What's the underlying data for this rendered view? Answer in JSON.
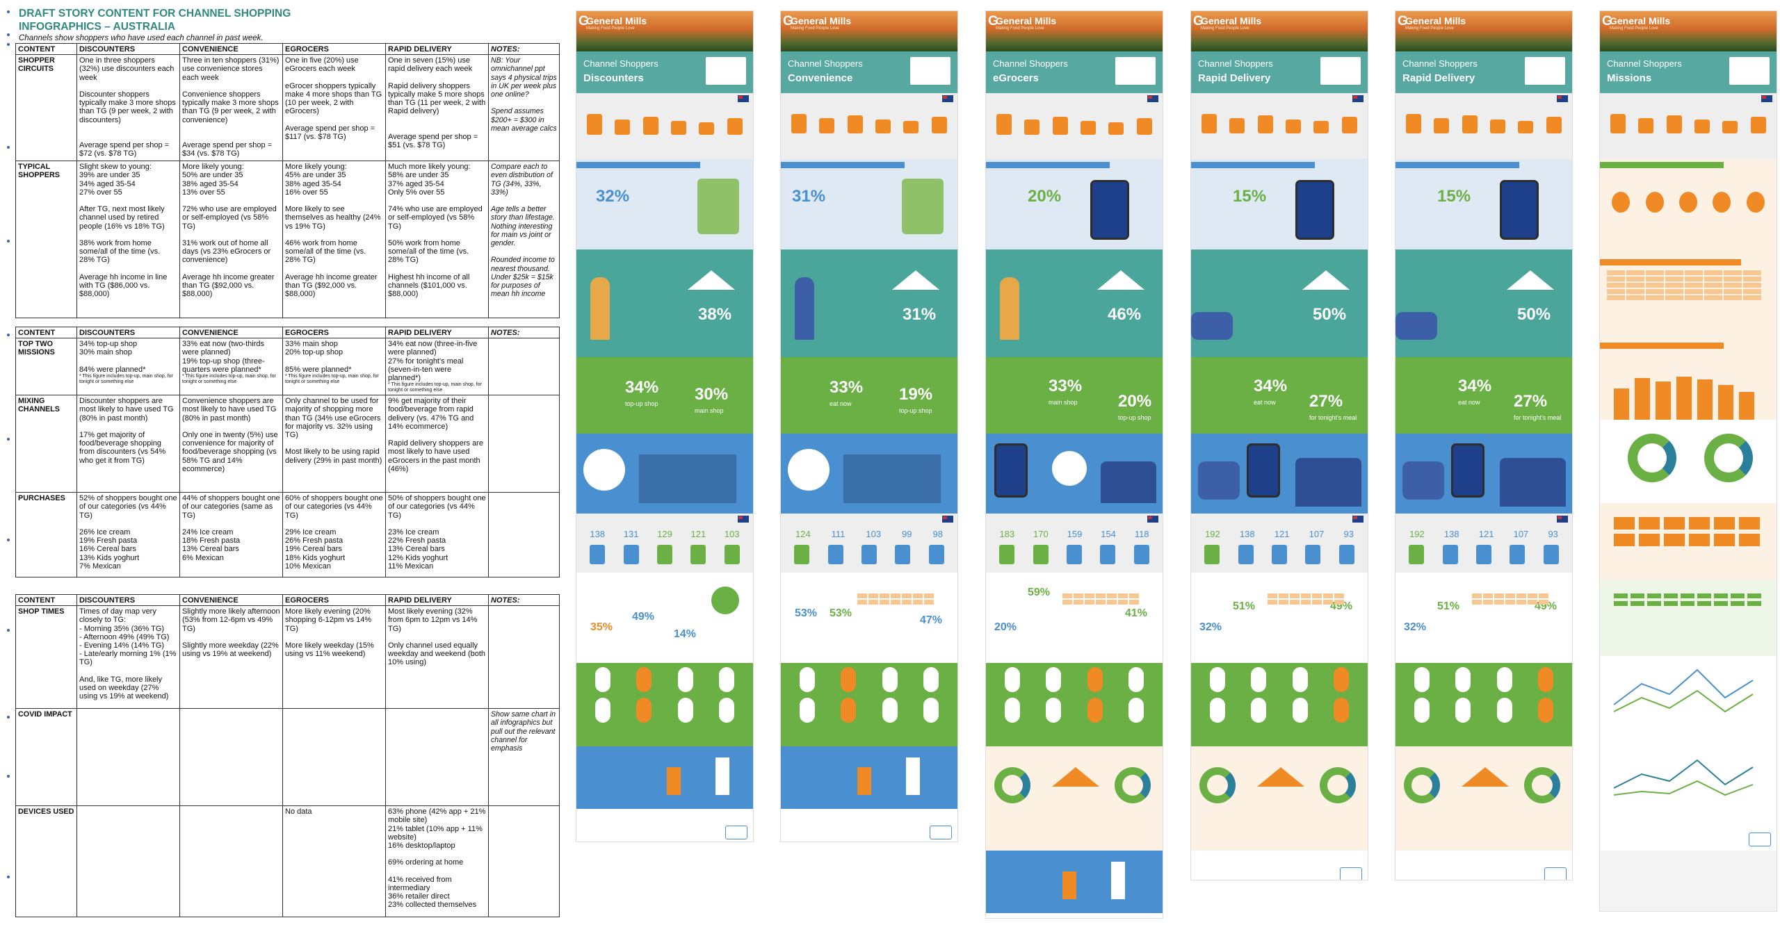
{
  "document": {
    "title": "DRAFT STORY CONTENT FOR CHANNEL SHOPPING INFOGRAPHICS – AUSTRALIA",
    "subtitle": "Channels show shoppers who have used each channel in past week.",
    "table1": {
      "headers": [
        "CONTENT",
        "DISCOUNTERS",
        "CONVENIENCE",
        "EGROCERS",
        "RAPID DELIVERY",
        "NOTES:"
      ],
      "rows": [
        {
          "label": "SHOPPER CIRCUITS",
          "cells": [
            "One in three shoppers (32%) use discounters each week\n\nDiscounter shoppers typically make 3 more shops than TG (9 per week, 2 with discounters)\n\n\nAverage spend per shop = $72 (vs. $78 TG)",
            "Three in ten shoppers (31%) use convenience stores each week\n\nConvenience shoppers typically make 3 more shops than TG (9 per week, 2 with convenience)\n\n\nAverage spend per shop = $34 (vs. $78 TG)",
            "One in five (20%) use eGrocers each week\n\neGrocer shoppers typically make 4 more shops than TG (10 per week, 2 with eGrocers)\n\nAverage spend per shop = $117 (vs. $78 TG)",
            "One in seven (15%) use rapid delivery each week\n\nRapid delivery shoppers typically make 5 more shops than TG (11 per week, 2 with Rapid delivery)\n\n\nAverage spend per shop = $51 (vs. $78 TG)",
            "NB: Your omnichannel ppt says 4 physical trips in UK per week plus one online?\n\nSpend assumes $200+ = $300 in mean average calcs"
          ]
        },
        {
          "label": "TYPICAL SHOPPERS",
          "cells": [
            "Slight skew to young:\n39% are under 35\n34% aged 35-54\n27% over 55\n\nAfter TG, next most likely channel used by retired people (16% vs 18% TG)\n\n38% work from home some/all of the time (vs. 28% TG)\n\nAverage hh income in line with TG ($86,000 vs. $88,000)",
            "More likely young:\n50% are under 35\n38% aged 35-54\n13% over 55\n\n72% who use are employed or self-employed (vs 58% TG)\n\n31% work out of home all days (vs 23% eGrocers or convenience)\n\nAverage hh income greater than TG ($92,000 vs. $88,000)",
            "More likely young:\n45% are under 35\n38% aged 35-54\n16% over 55\n\nMore likely to see themselves as healthy (24% vs 19% TG)\n\n46% work from home some/all of the time (vs. 28% TG)\n\nAverage hh income greater than TG ($92,000 vs. $88,000)",
            "Much more likely young:\n58% are under 35\n37% aged 35-54\nOnly 5% over 55\n\n74% who use are employed or self-employed (vs 58% TG)\n\n50% work from home some/all of the time (vs. 28% TG)\n\nHighest hh income of all channels ($101,000 vs. $88,000)",
            "Compare each to even distribution of TG (34%, 33%, 33%)\n\nAge tells a better story than lifestage. Nothing interesting for main vs joint or gender.\n\nRounded income to nearest thousand. Under $25k = $15k for purposes of mean hh income"
          ]
        }
      ]
    },
    "table2": {
      "headers": [
        "CONTENT",
        "DISCOUNTERS",
        "CONVENIENCE",
        "EGROCERS",
        "RAPID DELIVERY",
        "NOTES:"
      ],
      "rows": [
        {
          "label": "TOP TWO MISSIONS",
          "cells": [
            "34% top-up shop\n30% main shop\n\n84% were planned*",
            "33% eat now (two-thirds were planned)\n19% top-up shop (three-quarters were planned*",
            "33% main shop\n20% top-up shop\n\n85% were planned*",
            "34% eat now (three-in-five were planned)\n27% for tonight's meal (seven-in-ten were planned*)",
            ""
          ],
          "footnote": "* This figure includes top-up, main shop, for tonight or something else"
        },
        {
          "label": "MIXING CHANNELS",
          "cells": [
            "Discounter shoppers are most likely to have used TG (80% in past month)\n\n17% get majority of food/beverage shopping from discounters (vs 54% who get it from TG)",
            "Convenience shoppers are most likely to have used TG (80% in past month)\n\nOnly one in twenty (5%) use convenience for majority of food/beverage shopping (vs 58% TG and 14% ecommerce)",
            "Only channel to be used for majority of shopping more than TG (34% use eGrocers for majority vs. 32% using TG)\n\nMost likely to be using rapid delivery (29% in past month)",
            "9% get majority of their food/beverage from rapid delivery (vs. 47% TG and 14% ecommerce)\n\nRapid delivery shoppers are most likely to have used eGrocers in the past month (46%)",
            ""
          ]
        },
        {
          "label": "PURCHASES",
          "cells": [
            "52% of shoppers bought one of our categories (vs 44% TG)\n\n26% Ice cream\n19% Fresh pasta\n16% Cereal bars\n13% Kids yoghurt\n7% Mexican",
            "44% of shoppers bought one of our categories (same as TG)\n\n24% Ice cream\n18% Fresh pasta\n13% Cereal bars\n6% Mexican",
            "60% of shoppers bought one of our categories (vs 44% TG)\n\n29% Ice cream\n26% Fresh pasta\n19% Cereal bars\n18% Kids yoghurt\n10% Mexican",
            "50% of shoppers bought one of our categories (vs 44% TG)\n\n23% Ice cream\n22% Fresh pasta\n13% Cereal bars\n12% Kids yoghurt\n11% Mexican",
            ""
          ]
        }
      ]
    },
    "table3": {
      "headers": [
        "CONTENT",
        "DISCOUNTERS",
        "CONVENIENCE",
        "EGROCERS",
        "RAPID DELIVERY",
        "NOTES:"
      ],
      "rows": [
        {
          "label": "SHOP TIMES",
          "cells": [
            "Times of day map very closely to TG:\n- Morning 35% (36% TG)\n- Afternoon 49% (49% TG)\n- Evening 14% (14% TG)\n- Late/early morning 1% (1% TG)\n\nAnd, like TG, more likely used on weekday (27% using vs 19% at weekend)",
            "Slightly more likely afternoon (53% from 12-6pm vs 49% TG)\n\nSlightly more weekday (22% using vs 19% at weekend)",
            "More likely evening (20% shopping 6-12pm vs 14% TG)\n\nMore likely weekday (15% using vs 11% weekend)",
            "Most likely evening (32% from 6pm to 12pm vs 14% TG)\n\nOnly channel used equally weekday and weekend (both 10% using)",
            ""
          ]
        },
        {
          "label": "COVID IMPACT",
          "cells": [
            "",
            "",
            "",
            "",
            "Show same chart in all infographics but pull out the relevant channel for emphasis"
          ]
        },
        {
          "label": "DEVICES USED",
          "cells": [
            "",
            "",
            "No data",
            "63% phone (42% app + 21% mobile site)\n21% tablet (10% app + 11% website)\n16% desktop/laptop\n\n69% ordering at home\n\n41% received from intermediary\n36% retailer direct\n23% collected themselves",
            ""
          ]
        }
      ]
    }
  },
  "infographics": [
    {
      "brand": "General Mills",
      "tagline": "Making Food People Love",
      "heading": "Channel Shoppers",
      "channel": "Discounters",
      "pct_weekly": "32%",
      "pct_home": "38%",
      "pct_mission1": "34%",
      "pct_mission2": "30%",
      "m1": "top-up shop",
      "m2": "main shop",
      "pct_time1": "35%",
      "pct_time2": "49%",
      "pct_time3": "14%",
      "cat_scores": [
        "138",
        "131",
        "129",
        "121",
        "103"
      ]
    },
    {
      "brand": "General Mills",
      "tagline": "Making Food People Love",
      "heading": "Channel Shoppers",
      "channel": "Convenience",
      "pct_weekly": "31%",
      "pct_home": "31%",
      "pct_mission1": "33%",
      "pct_mission2": "19%",
      "m1": "eat now",
      "m2": "top-up shop",
      "pct_time1": "53%",
      "pct_time2": "53%",
      "pct_time3": "47%",
      "cat_scores": [
        "124",
        "111",
        "103",
        "99",
        "98"
      ]
    },
    {
      "brand": "General Mills",
      "tagline": "Making Food People Love",
      "heading": "Channel Shoppers",
      "channel": "eGrocers",
      "pct_weekly": "20%",
      "pct_home": "46%",
      "pct_mission1": "33%",
      "pct_mission2": "20%",
      "m1": "main shop",
      "m2": "top-up shop",
      "pct_time1": "20%",
      "pct_time2": "59%",
      "pct_time3": "41%",
      "cat_scores": [
        "183",
        "170",
        "159",
        "154",
        "118"
      ]
    },
    {
      "brand": "General Mills",
      "tagline": "Making Food People Love",
      "heading": "Channel Shoppers",
      "channel": "Rapid Delivery",
      "pct_weekly": "15%",
      "pct_home": "50%",
      "pct_mission1": "34%",
      "pct_mission2": "27%",
      "m1": "eat now",
      "m2": "for tonight's meal",
      "pct_time1": "32%",
      "pct_time2": "51%",
      "pct_time3": "49%",
      "cat_scores": [
        "192",
        "138",
        "121",
        "107",
        "93"
      ]
    },
    {
      "brand": "General Mills",
      "tagline": "Making Food People Love",
      "heading": "Channel Shoppers",
      "channel": "Rapid Delivery",
      "pct_weekly": "15%",
      "pct_home": "50%",
      "pct_mission1": "34%",
      "pct_mission2": "27%",
      "m1": "eat now",
      "m2": "for tonight's meal",
      "pct_time1": "32%",
      "pct_time2": "51%",
      "pct_time3": "49%",
      "cat_scores": [
        "192",
        "138",
        "121",
        "107",
        "93"
      ]
    },
    {
      "brand": "General Mills",
      "tagline": "Making Food People Love",
      "heading": "Channel Shoppers",
      "channel": "Missions",
      "pct_weekly": "",
      "pct_home": "",
      "pct_mission1": "",
      "pct_mission2": "",
      "m1": "",
      "m2": "",
      "pct_time1": "",
      "pct_time2": "",
      "pct_time3": "",
      "cat_scores": []
    }
  ],
  "colors": {
    "title_teal": "#2f8a7d",
    "teal": "#4aa59a",
    "blue": "#4a8fd0",
    "green": "#6ab044",
    "orange": "#f08a25"
  }
}
